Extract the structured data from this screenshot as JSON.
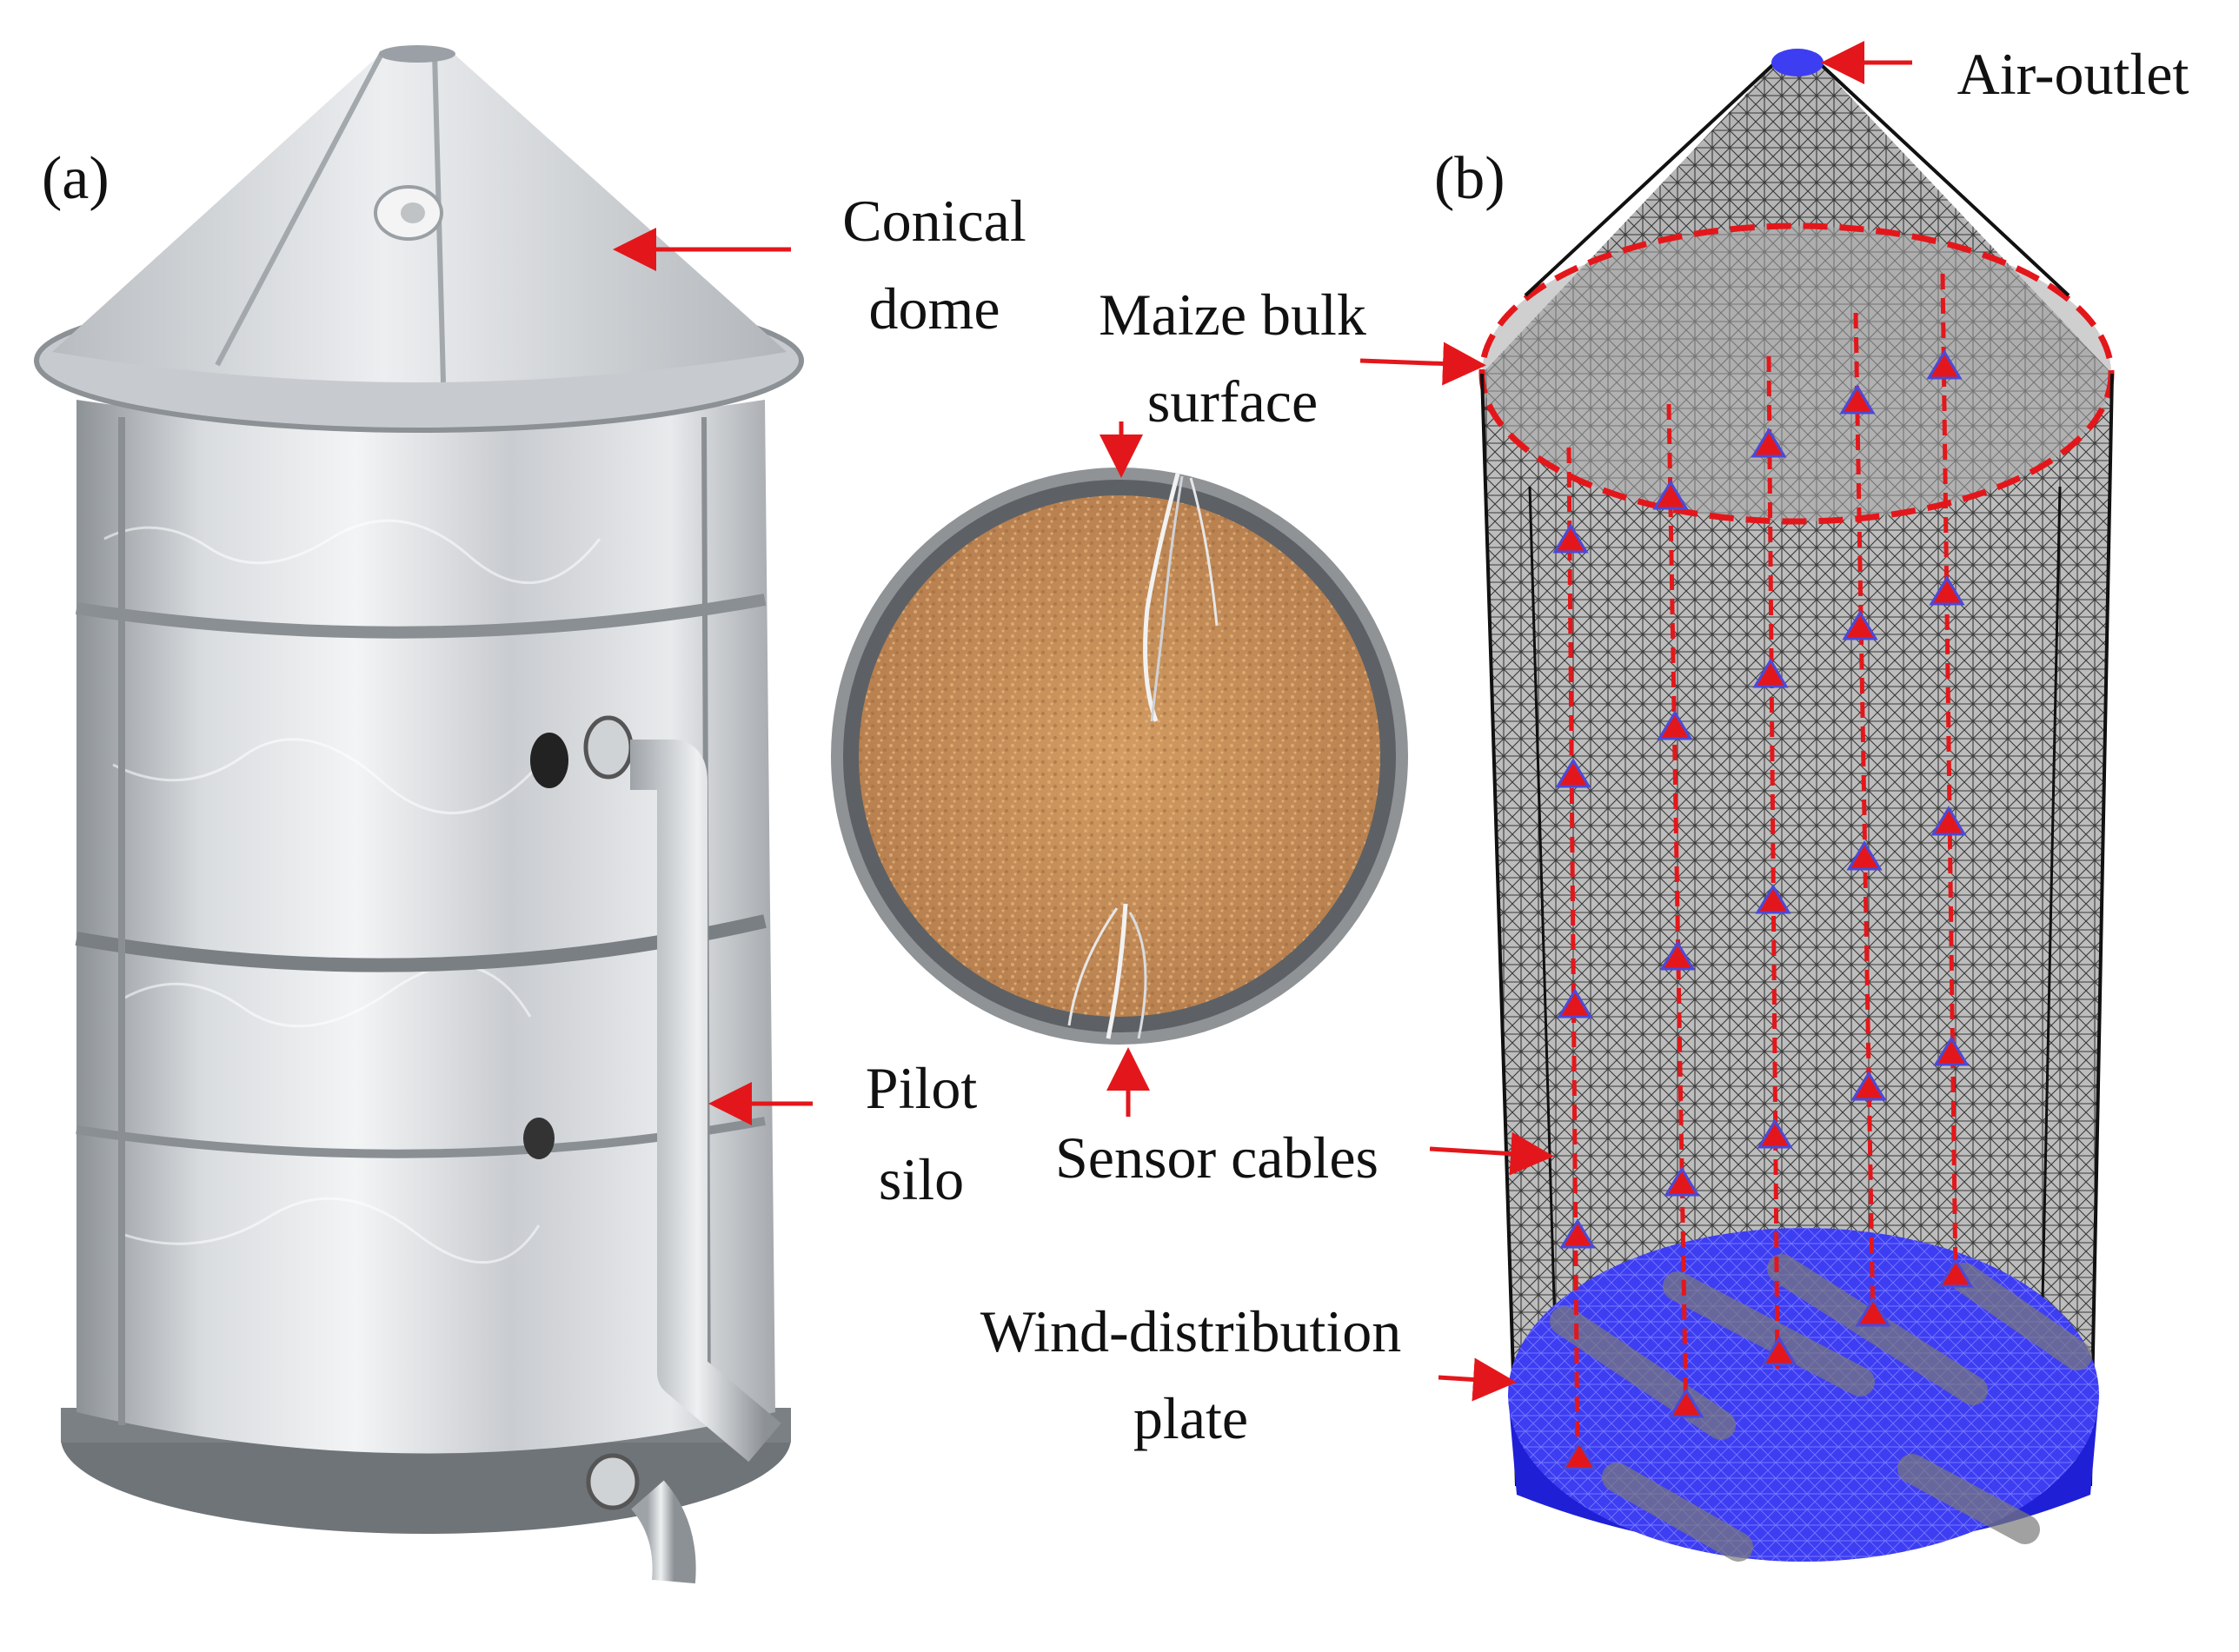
{
  "panels": {
    "a": {
      "label": "(a)"
    },
    "b": {
      "label": "(b)"
    }
  },
  "labels": {
    "conical_dome": [
      "Conical",
      "dome"
    ],
    "maize_bulk_surface": [
      "Maize bulk",
      "surface"
    ],
    "pilot_silo": [
      "Pilot",
      "silo"
    ],
    "sensor_cables": "Sensor cables",
    "air_outlet": "Air-outlet",
    "wind_distribution_plate": [
      "Wind-distribution",
      "plate"
    ]
  },
  "colors": {
    "arrow": "#e3171b",
    "sensor": "#e3171b",
    "plate": "#3d3df2",
    "mesh": "#222222",
    "foil_light": "#e6e8ea",
    "foil_dark": "#9ea3a8",
    "maize": "#c8925a"
  }
}
